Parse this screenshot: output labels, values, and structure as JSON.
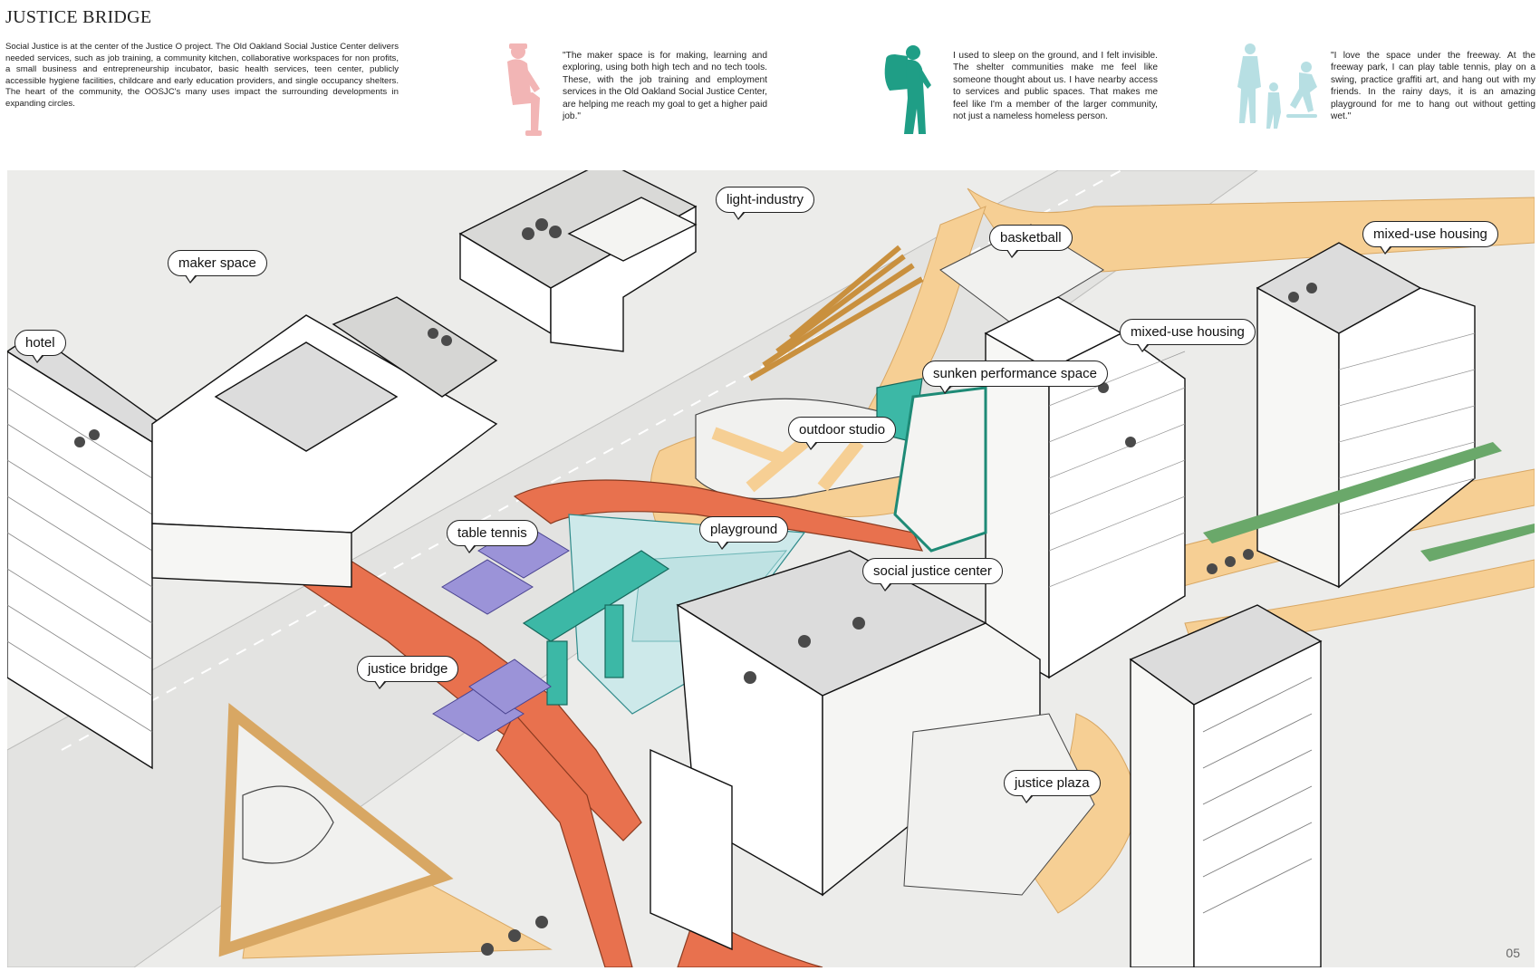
{
  "header": {
    "title": "JUSTICE BRIDGE",
    "intro": "Social Justice is at the center of the Justice O project. The Old Oakland Social Justice Center delivers needed services, such as job training, a community kitchen, collaborative workspaces for non profits, a small business and entrepreneurship incubator, basic health services, teen center, publicly accessible hygiene facilities, childcare and early education providers, and single occupancy shelters. The heart of the community, the OOSJC's many uses impact the surrounding developments in expanding circles."
  },
  "quotes": [
    {
      "text": "\"The maker space is for making, learning and exploring, using both high tech and no tech tools. These, with the job training and employment services in the Old Oakland Social Justice Center, are helping me reach my goal to get a higher paid job.\"",
      "figure_color": "#f2b5b5",
      "figure_icon": "seated-person-icon"
    },
    {
      "text": "I used to sleep on the ground, and I felt invisible. The shelter communities make me feel like someone thought about us. I have nearby access to services and public spaces. That makes me feel like I'm a member of the larger community, not just a nameless homeless person.",
      "figure_color": "#1f9e86",
      "figure_icon": "person-with-backpack-icon"
    },
    {
      "text": "\"I love the space under the freeway. At the freeway park, I can play table tennis, play on a swing, practice graffiti art, and hang out with my friends. In the rainy days, it is an amazing playground for me to hang out without getting wet.\"",
      "figure_color": "#b7dfe3",
      "figure_icon": "children-playing-icon"
    }
  ],
  "labels": {
    "light_industry": "light-industry",
    "maker_space": "maker space",
    "hotel": "hotel",
    "basketball": "basketball",
    "mixed_use_housing_1": "mixed-use housing",
    "mixed_use_housing_2": "mixed-use housing",
    "sunken_performance": "sunken performance space",
    "outdoor_studio": "outdoor studio",
    "table_tennis": "table tennis",
    "playground": "playground",
    "social_justice_center": "social justice center",
    "justice_bridge": "justice bridge",
    "justice_plaza": "justice plaza"
  },
  "page_number": "05",
  "colors": {
    "bridge": "#e8714e",
    "path": "#f6cf94",
    "playground": "#cde9ea",
    "teal": "#3cb8a6",
    "court": "#9b93d8",
    "green_strip": "#6aa86a",
    "ground": "#ececea",
    "building": "#ffffff"
  }
}
